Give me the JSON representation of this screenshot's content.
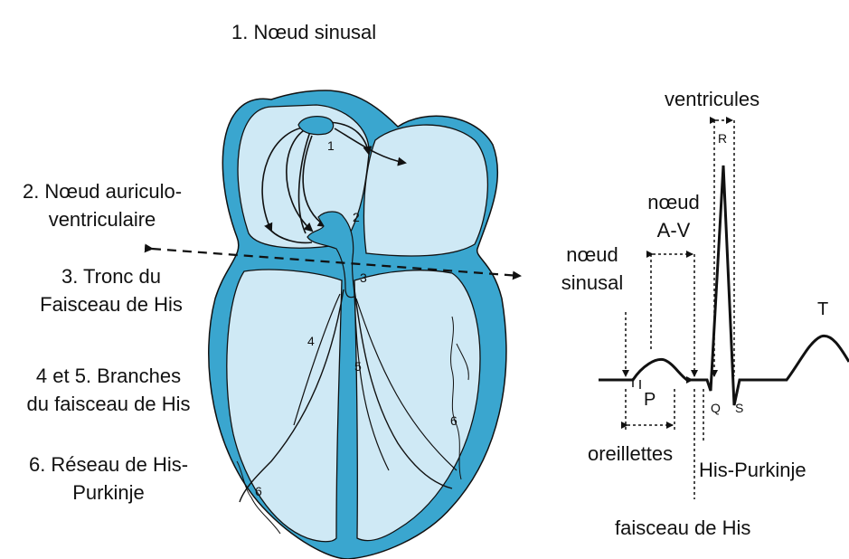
{
  "colors": {
    "outer": "#3aa6cf",
    "inner": "#cfe9f5",
    "node": "#3aa6cf",
    "stroke": "#111111"
  },
  "legend": {
    "item1": "1. Nœud sinusal",
    "item2_line1": "2. Nœud auriculo-",
    "item2_line2": "ventriculaire",
    "item3_line1": "3. Tronc du",
    "item3_line2": "Faisceau de His",
    "item45_line1": "4 et 5. Branches",
    "item45_line2": "du faisceau de His",
    "item6_line1": "6. Réseau de His-",
    "item6_line2": "Purkinje"
  },
  "heart_numbers": {
    "n1": "1",
    "n2": "2",
    "n3": "3",
    "n4": "4",
    "n5": "5",
    "n6a": "6",
    "n6b": "6"
  },
  "ecg": {
    "ventricules": "ventricules",
    "noeud_av_line1": "nœud",
    "noeud_av_line2": "A-V",
    "noeud_sinusal_line1": "nœud",
    "noeud_sinusal_line2": "sinusal",
    "wave_P": "P",
    "wave_Q": "Q",
    "wave_R": "R",
    "wave_S": "S",
    "wave_T": "T",
    "oreillettes": "oreillettes",
    "his_purkinje": "His-Purkinje",
    "faisceau_de_his": "faisceau de His"
  }
}
